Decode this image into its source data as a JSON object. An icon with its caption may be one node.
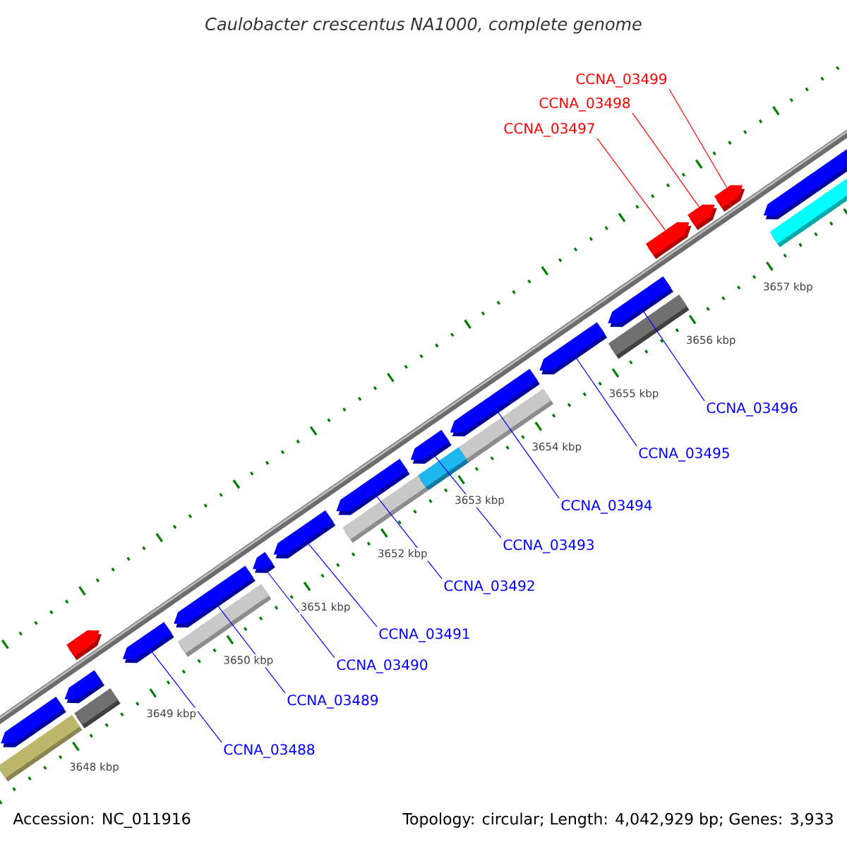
{
  "diagram": {
    "title": "Caulobacter crescentus NA1000, complete genome",
    "nodes": [
      {
        "text": [
          "CCNA_03499"
        ]
      },
      {
        "text": [
          "CCNA_03498"
        ]
      },
      {
        "text": [
          "CCNA_03497"
        ]
      },
      {
        "text": [
          "CCNA_03496"
        ]
      },
      {
        "text": [
          "CCNA_03495"
        ]
      },
      {
        "text": [
          "CCNA_03494"
        ]
      },
      {
        "text": [
          "CCNA_03493"
        ]
      },
      {
        "text": [
          "CCNA_03492"
        ]
      },
      {
        "text": [
          "CCNA_03491"
        ]
      },
      {
        "text": [
          "CCNA_03490"
        ]
      },
      {
        "text": [
          "CCNA_03489"
        ]
      },
      {
        "text": [
          "CCNA_03488"
        ]
      },
      {
        "text": [],
        "shape": "arrow"
      },
      {
        "text": [],
        "shape": "bar"
      },
      {
        "text": [],
        "shape": "arrow"
      },
      {
        "text": [],
        "shape": "bar"
      },
      {
        "text": [],
        "shape": "arrow"
      },
      {
        "text": [],
        "shape": "arrow"
      },
      {
        "text": [],
        "shape": "arrow"
      },
      {
        "text": [],
        "shape": "bar"
      },
      {
        "text": [],
        "shape": "arrow"
      },
      {
        "text": [],
        "shape": "arrow"
      },
      {
        "text": [],
        "shape": "arrow"
      },
      {
        "text": [],
        "shape": "bar"
      },
      {
        "text": [],
        "shape": "arrow"
      },
      {
        "text": [],
        "shape": "bar"
      },
      {
        "text": [],
        "shape": "arrow"
      },
      {
        "text": [],
        "shape": "bar"
      },
      {
        "text": [],
        "shape": "arrow"
      },
      {
        "text": [],
        "shape": "arrow"
      },
      {
        "text": [],
        "shape": "bar"
      },
      {
        "text": [],
        "shape": "arrow"
      },
      {
        "text": [],
        "shape": "arrow"
      },
      {
        "text": [],
        "shape": "arrow"
      },
      {
        "text": [],
        "shape": "arrow"
      },
      {
        "text": [],
        "shape": "bar"
      }
    ],
    "edges": [
      {
        "from": 0,
        "to": 33,
        "arrow": "none",
        "color": "#ff0000"
      },
      {
        "from": 1,
        "to": 32,
        "arrow": "none",
        "color": "#ff0000"
      },
      {
        "from": 2,
        "to": 31,
        "arrow": "none",
        "color": "#ff0000"
      },
      {
        "from": 3,
        "to": 29,
        "arrow": "none"
      },
      {
        "from": 4,
        "to": 28,
        "arrow": "none"
      },
      {
        "from": 5,
        "to": 26,
        "arrow": "none"
      },
      {
        "from": 6,
        "to": 24,
        "arrow": "none"
      },
      {
        "from": 7,
        "to": 22,
        "arrow": "none"
      },
      {
        "from": 8,
        "to": 21,
        "arrow": "none"
      },
      {
        "from": 9,
        "to": 20,
        "arrow": "none"
      },
      {
        "from": 10,
        "to": 18,
        "arrow": "none"
      },
      {
        "from": 11,
        "to": 17,
        "arrow": "none"
      }
    ],
    "labels": [
      "3657 kbp",
      "3656 kbp",
      "3655 kbp",
      "3654 kbp",
      "3653 kbp",
      "3652 kbp",
      "3651 kbp",
      "3650 kbp",
      "3649 kbp",
      "3648 kbp",
      "Accession: NC_011916",
      "Topology: circular; Length: 4,042,929 bp; Genes: 3,933"
    ]
  }
}
